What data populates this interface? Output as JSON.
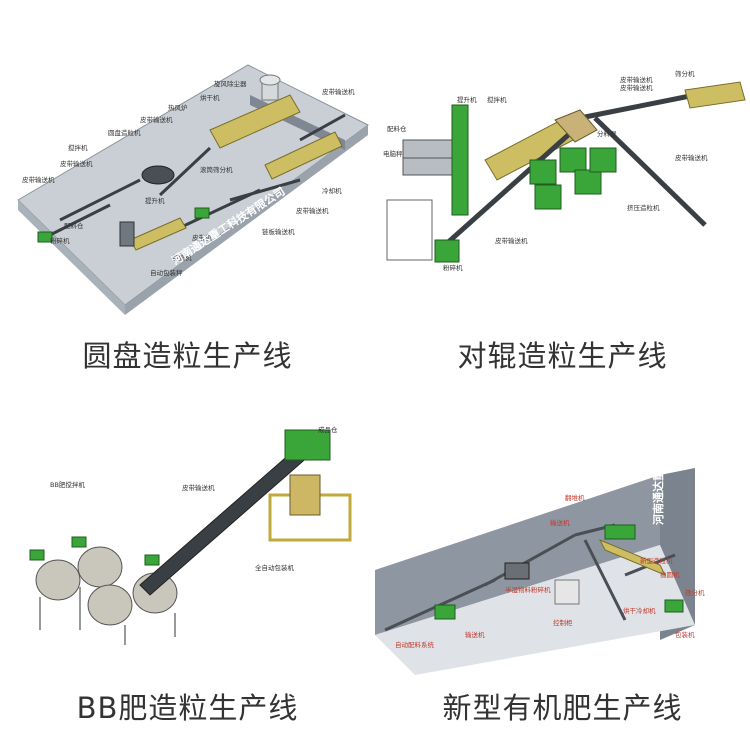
{
  "panels": [
    {
      "caption": "圆盘造粒生产线",
      "watermark": "河南通达重工科技有限公司",
      "labels": [
        "旋风除尘器",
        "烘干机",
        "热风炉",
        "皮带输送机",
        "圆盘造粒机",
        "皮带输送机",
        "搅拌机",
        "皮带输送机",
        "粉碎机",
        "配料仓",
        "提升机",
        "冷却机",
        "滚筒筛分机",
        "皮带输送机",
        "包膜机",
        "皮带机",
        "链板输送机",
        "自动包装秤",
        "皮带输送机"
      ]
    },
    {
      "caption": "对辊造粒生产线",
      "labels": [
        "提升机",
        "搅拌机",
        "配料仓",
        "电脑秤",
        "皮带输送机",
        "筛分机",
        "皮带输送机",
        "分料器",
        "挤压造粒机",
        "皮带输送机",
        "粉碎机",
        "皮带输送机"
      ]
    },
    {
      "caption": "BB肥造粒生产线",
      "labels": [
        "BB肥搅拌机",
        "皮带输送机",
        "成品仓",
        "全自动包装机"
      ]
    },
    {
      "caption": "新型有机肥生产线",
      "watermark": "河南通达重工科技有限公司",
      "labels": [
        "翻堆机",
        "半湿物料粉碎机",
        "自动配料系统",
        "输送机",
        "新型造粒机",
        "抛圆机",
        "烘干冷却机",
        "筛分机",
        "包装机",
        "控制柜"
      ]
    }
  ],
  "colors": {
    "green": "#3aa63a",
    "gold": "#cdbd63",
    "floor": "#c7cdd3",
    "wall": "#8f98a2"
  }
}
